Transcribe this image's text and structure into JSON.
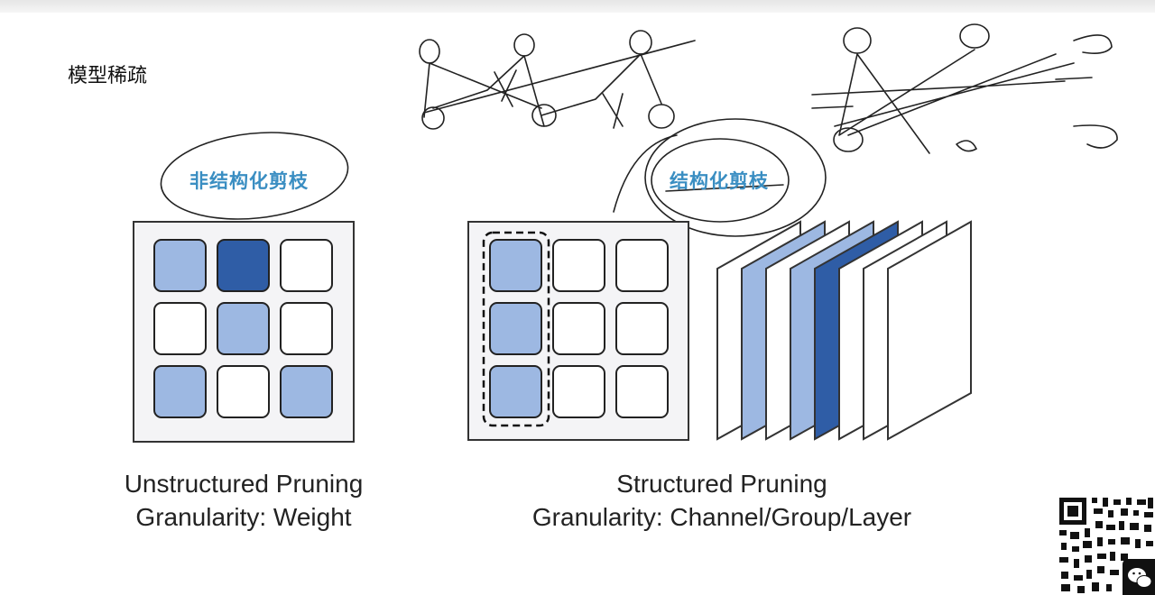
{
  "page": {
    "title": "模型稀疏"
  },
  "unstructured": {
    "annotation": "非结构化剪枝",
    "caption_line1": "Unstructured Pruning",
    "caption_line2": "Granularity: Weight",
    "cells": [
      "light",
      "dark",
      "white",
      "white",
      "light",
      "white",
      "light",
      "white",
      "light"
    ]
  },
  "structured": {
    "annotation": "结构化剪枝",
    "caption_line1": "Structured Pruning",
    "caption_line2": "Granularity: Channel/Group/Layer",
    "cells": [
      "light",
      "white",
      "white",
      "light",
      "white",
      "white",
      "light",
      "white",
      "white"
    ],
    "channel_fills": [
      "white",
      "light",
      "white",
      "light",
      "dark",
      "white",
      "white",
      "white"
    ]
  },
  "colors": {
    "light": "#9db8e2",
    "dark": "#2f5da6",
    "white": "#ffffff",
    "frame_bg": "#f4f4f6",
    "annotation": "#3a8ec2"
  },
  "icons": {
    "qr": "qr-code-icon",
    "wechat": "wechat-icon"
  }
}
